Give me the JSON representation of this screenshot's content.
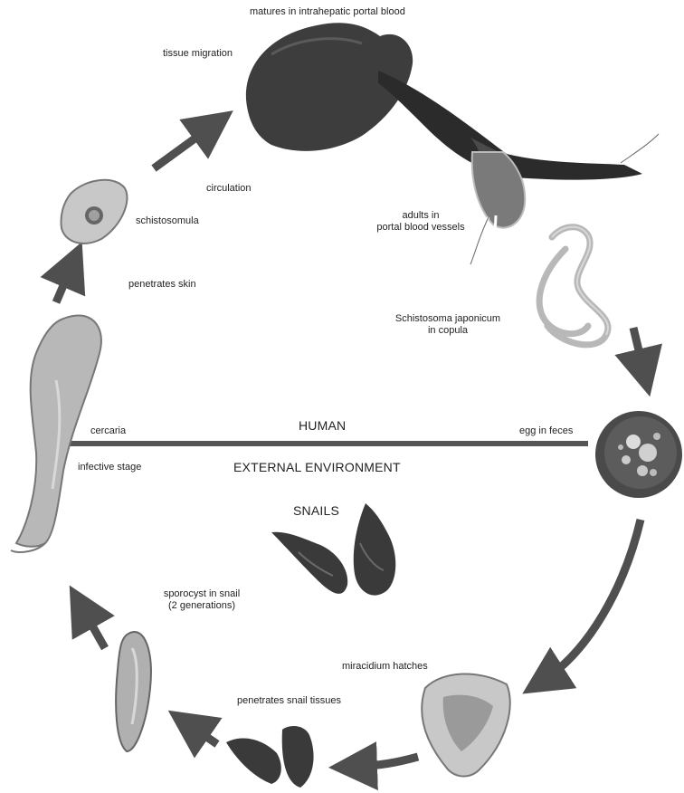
{
  "labels": {
    "matures": "matures in intrahepatic portal blood",
    "tissue_migration": "tissue migration",
    "circulation": "circulation",
    "schistosomula": "schistosomula",
    "penetrates_skin": "penetrates skin",
    "adults_line1": "adults in",
    "adults_line2": "portal blood vessels",
    "japonicum_line1": "Schistosoma japonicum",
    "japonicum_line2": "in copula",
    "cercaria": "cercaria",
    "egg_in_feces": "egg in feces",
    "infective_stage": "infective stage",
    "human": "HUMAN",
    "external_environment": "EXTERNAL ENVIRONMENT",
    "snails": "SNAILS",
    "sporocyst_line1": "sporocyst in snail",
    "sporocyst_line2": "(2 generations)",
    "miracidium": "miracidium hatches",
    "penetrates_snail": "penetrates snail tissues"
  },
  "colors": {
    "arrow": "#4f4f4f",
    "divider": "#555555",
    "liver": "#3d3d3d",
    "vessel": "#2b2b2b",
    "snail_dark": "#3a3a3a",
    "egg_fill": "#4a4a4a",
    "light_organism": "#b8b8b8"
  }
}
